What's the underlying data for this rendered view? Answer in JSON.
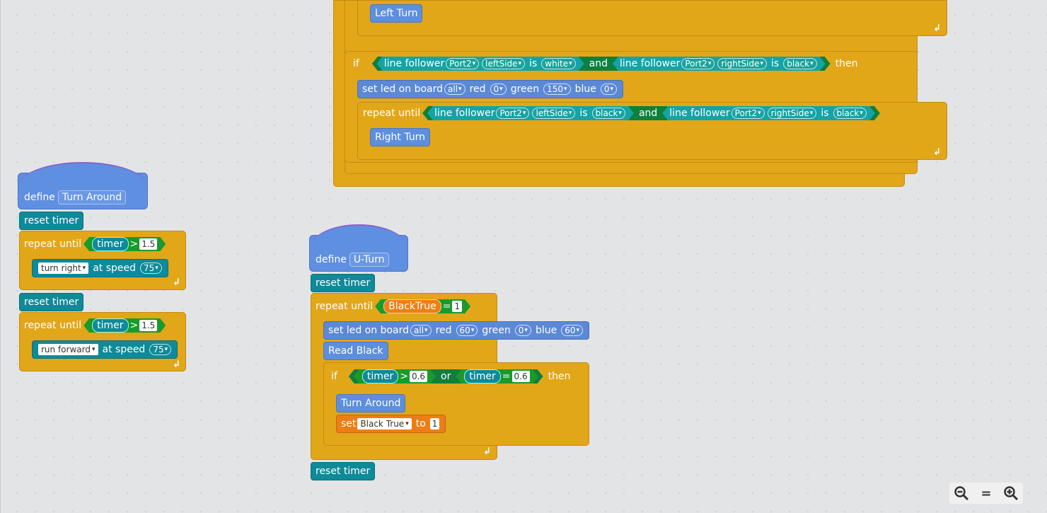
{
  "labels": {
    "left_turn": "Left Turn",
    "right_turn": "Right Turn",
    "if": "if",
    "then": "then",
    "and": "and",
    "or": "or",
    "is": "is",
    "line_follower": "line follower",
    "set_led": "set led on board",
    "red": "red",
    "green": "green",
    "blue": "blue",
    "repeat_until": "repeat until",
    "define": "define",
    "reset_timer": "reset timer",
    "timer": "timer",
    "at_speed": "at speed",
    "read_black": "Read Black",
    "turn_around_call": "Turn Around",
    "set": "set",
    "to": "to"
  },
  "values": {
    "port": "Port2",
    "left_side": "leftSide",
    "right_side": "rightSide",
    "white": "white",
    "black": "black",
    "all": "all",
    "zero": "0",
    "onefifty": "150",
    "sixty": "60",
    "one_five": "1.5",
    "seventy_five": "75",
    "turn_right": "turn right",
    "run_forward": "run forward",
    "point_six": "0.6",
    "one": "1",
    "black_true_var": "BlackTrue",
    "black_true_set": "Black True"
  },
  "procedures": {
    "turn_around": "Turn Around",
    "u_turn": "U-Turn"
  },
  "operators": {
    "gt": ">",
    "eq": "="
  },
  "zoom": {
    "out": "−",
    "reset": "=",
    "in": "+"
  }
}
